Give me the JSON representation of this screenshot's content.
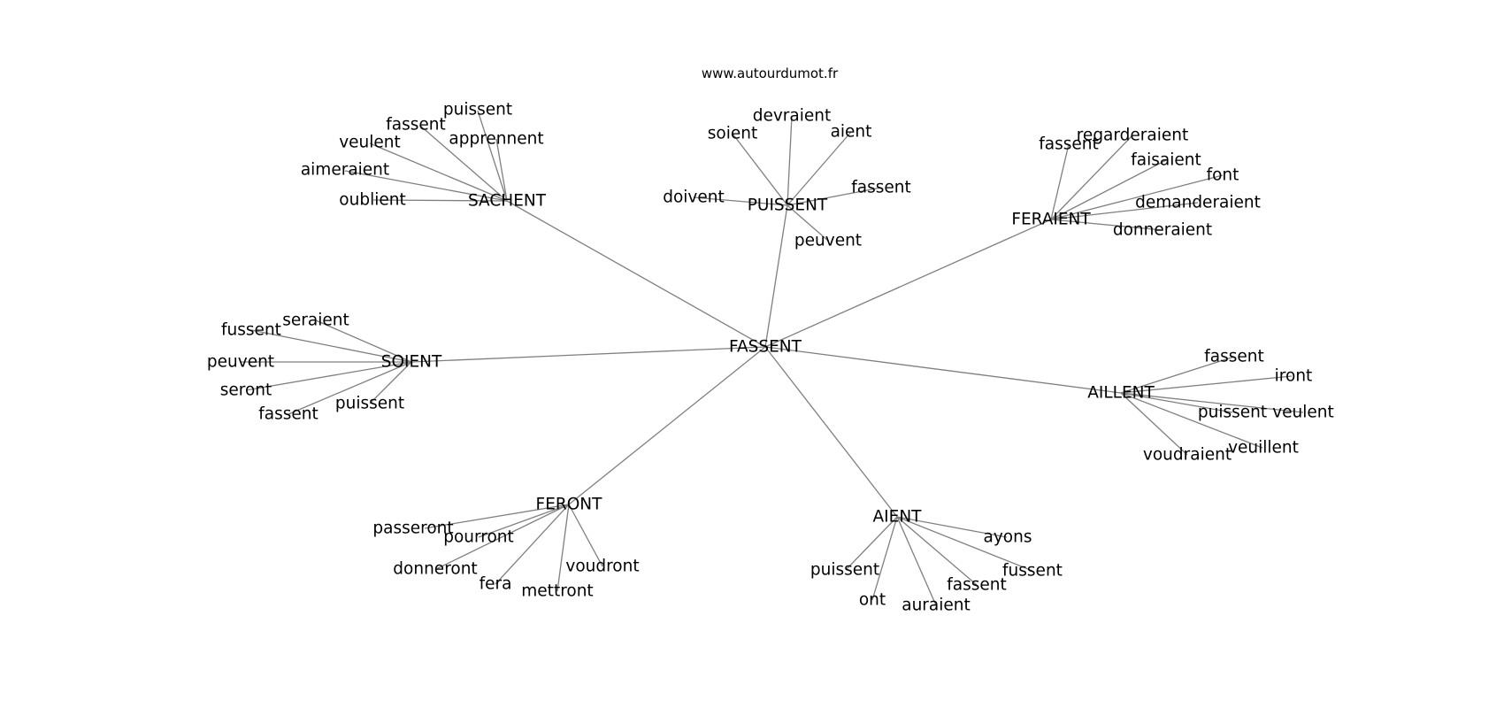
{
  "site": "www.autourdumot.fr",
  "center": "FASSENT",
  "hubs": [
    {
      "id": "SACHENT",
      "label": "SACHENT",
      "leaves": [
        "puissent",
        "fassent",
        "apprennent",
        "veulent",
        "aimeraient",
        "oublient"
      ]
    },
    {
      "id": "PUISSENT",
      "label": "PUISSENT",
      "leaves": [
        "devraient",
        "soient",
        "aient",
        "fassent",
        "doivent",
        "peuvent"
      ]
    },
    {
      "id": "FERAIENT",
      "label": "FERAIENT",
      "leaves": [
        "regarderaient",
        "fassent",
        "faisaient",
        "font",
        "demanderaient",
        "donneraient"
      ]
    },
    {
      "id": "SOIENT",
      "label": "SOIENT",
      "leaves": [
        "seraient",
        "fussent",
        "peuvent",
        "seront",
        "fassent",
        "puissent"
      ]
    },
    {
      "id": "AILLENT",
      "label": "AILLENT",
      "leaves": [
        "fassent",
        "iront",
        "puissent",
        "veulent",
        "veuillent",
        "voudraient"
      ]
    },
    {
      "id": "FERONT",
      "label": "FERONT",
      "leaves": [
        "passeront",
        "pourront",
        "voudront",
        "donneront",
        "fera",
        "mettront"
      ]
    },
    {
      "id": "AIENT",
      "label": "AIENT",
      "leaves": [
        "ayons",
        "puissent",
        "fassent",
        "fussent",
        "ont",
        "auraient"
      ]
    }
  ]
}
